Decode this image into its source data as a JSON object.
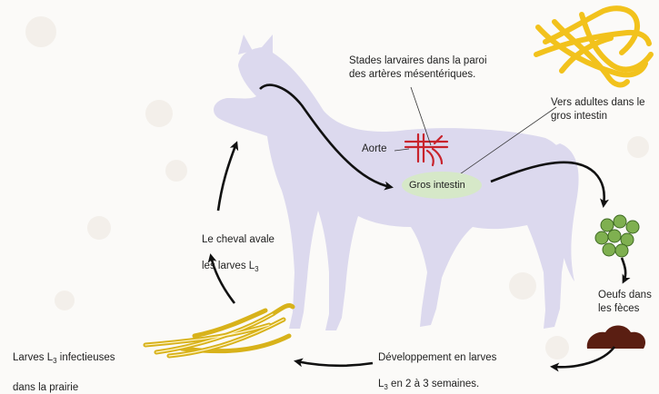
{
  "labels": {
    "stades_larvaires": "Stades larvaires dans la paroi\ndes artères mésentériques.",
    "vers_adultes": "Vers adultes dans le\ngros intestin",
    "aorte": "Aorte",
    "gros_intestin": "Gros intestin",
    "cheval_avale_line1": "Le cheval avale",
    "cheval_avale_line2": "les larves L",
    "oeufs": "Oeufs dans\nles fèces",
    "larves_infect_line1": "Larves L",
    "larves_infect_line1b": " infectieuses",
    "larves_infect_line2": "dans la prairie",
    "developpement_line1": "Développement en larves",
    "developpement_line2a": "L",
    "developpement_line2b": " en 2 à 3 semaines.",
    "subscript": "3"
  },
  "colors": {
    "horse": "#dcd9ee",
    "worm": "#f2c21c",
    "larva": "#d8b21a",
    "artery": "#c8232c",
    "intestine": "#d6e8c8",
    "egg": "#7fb050",
    "feces": "#5a1e12",
    "arrow": "#111111"
  }
}
